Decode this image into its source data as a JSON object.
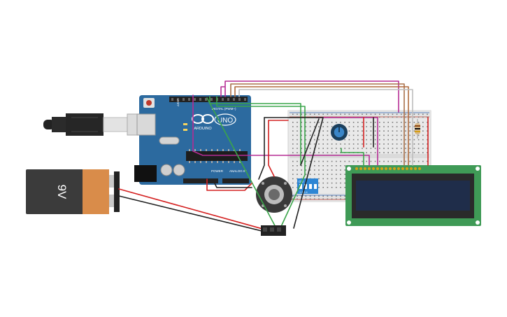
{
  "battery": {
    "label": "9V"
  },
  "arduino": {
    "logo": "ARDUINO",
    "model": "UNO",
    "header_top": "DIGITAL (PWM~)",
    "header_power": "POWER",
    "header_analog": "ANALOG IN",
    "aref": "AREF",
    "gnd": "GND"
  },
  "dip_switch": {
    "label": "ON",
    "positions": "1 2 3 4"
  },
  "colors": {
    "board_blue": "#2c6a9f",
    "lcd_green": "#3f9a56",
    "lcd_screen": "#1f2d4a",
    "breadboard": "#e9e9e9",
    "battery_orange": "#d98c4a",
    "wire_magenta": "#b52c94",
    "wire_brown": "#a8704a",
    "wire_green": "#3aa54a",
    "wire_red": "#d42020",
    "wire_black": "#222222",
    "wire_gray": "#bdbdbd"
  }
}
